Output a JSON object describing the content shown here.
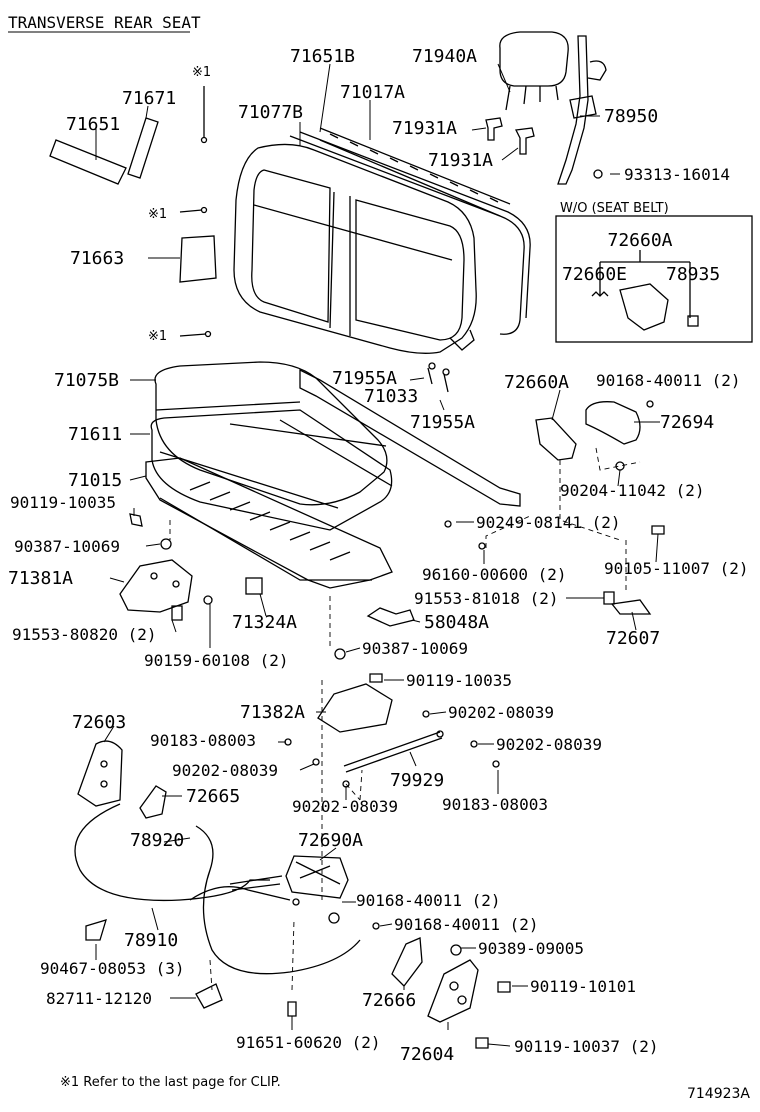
{
  "title": "TRANSVERSE REAR SEAT",
  "footnote": "※1  Refer to the last page for CLIP.",
  "illustration_code": "714923A",
  "clip_marker": "※1",
  "inset": {
    "title": "W/O (SEAT BELT)",
    "labels": [
      "72660A",
      "72660E",
      "78935"
    ]
  },
  "part_labels": [
    "71651B",
    "71940A",
    "71671",
    "71017A",
    "71651",
    "71077B",
    "71931A",
    "71931A",
    "78950",
    "93313-16014",
    "71663",
    "71955A",
    "71075B",
    "71033",
    "71955A",
    "72660A",
    "90168-40011 (2)",
    "72694",
    "71611",
    "71015",
    "90204-11042 (2)",
    "90119-10035",
    "90249-08141 (2)",
    "90387-10069",
    "96160-00600 (2)",
    "90105-11007 (2)",
    "71381A",
    "91553-81018 (2)",
    "71324A",
    "58048A",
    "91553-80820 (2)",
    "72607",
    "90159-60108 (2)",
    "90387-10069",
    "90119-10035",
    "72603",
    "71382A",
    "90202-08039",
    "90183-08003",
    "90202-08039",
    "90202-08039",
    "79929",
    "72665",
    "90202-08039",
    "90183-08003",
    "78920",
    "72690A",
    "90168-40011 (2)",
    "78910",
    "90168-40011 (2)",
    "90389-09005",
    "90467-08053 (3)",
    "90119-10101",
    "82711-12120",
    "72666",
    "91651-60620 (2)",
    "90119-10037 (2)",
    "72604"
  ]
}
